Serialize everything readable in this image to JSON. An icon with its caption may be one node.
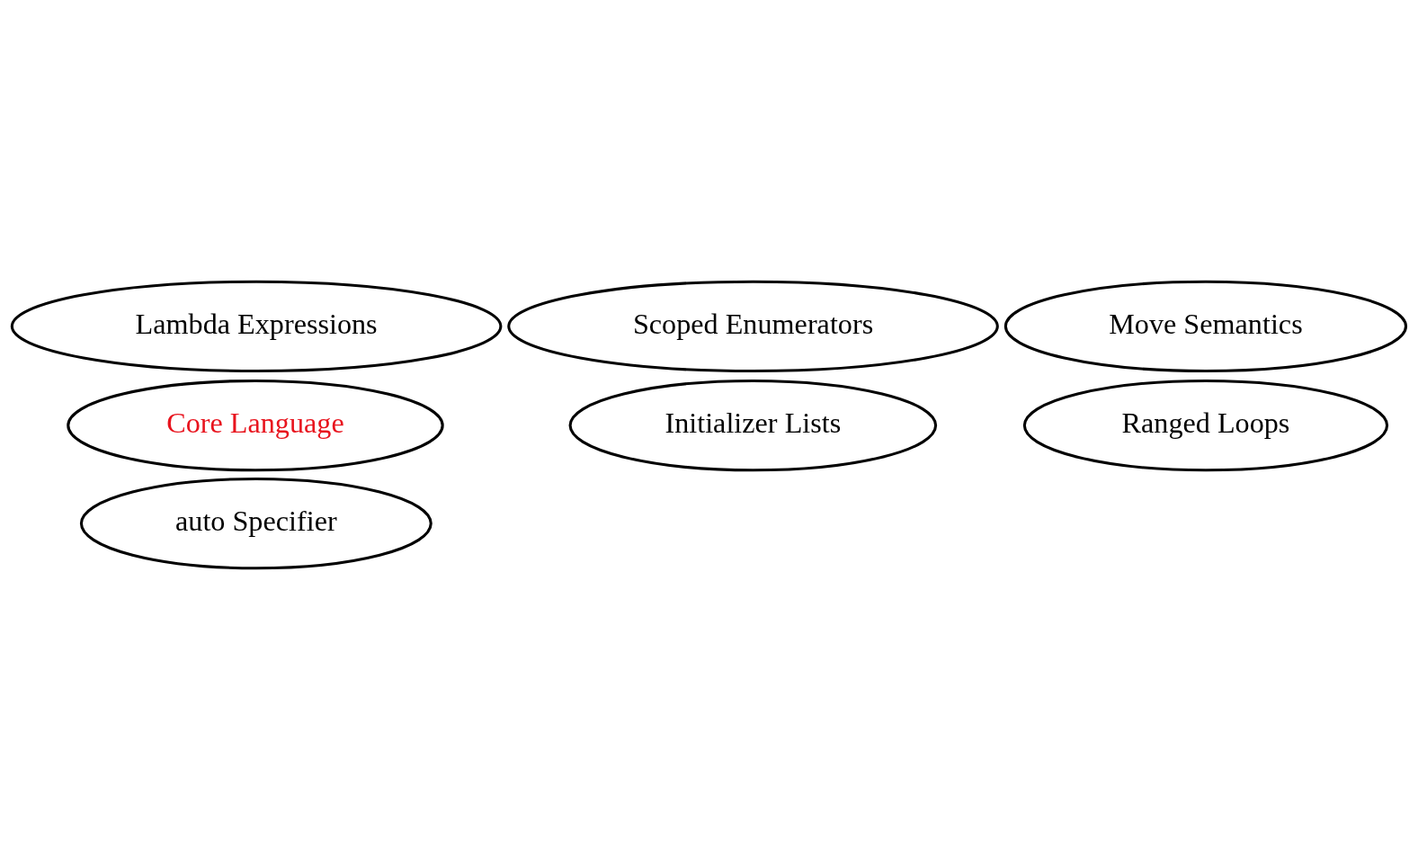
{
  "diagram": {
    "nodes": [
      {
        "text": [
          "Lambda Expressions"
        ]
      },
      {
        "text": [
          "Ranged Loops"
        ]
      },
      {
        "text": [
          "Scoped Enumerators"
        ]
      },
      {
        "text": [
          "Core Language"
        ]
      },
      {
        "text": [
          "Move Semantics"
        ]
      },
      {
        "text": [
          "Initializer Lists"
        ]
      },
      {
        "text": [
          "auto Specifier"
        ]
      }
    ],
    "edges": []
  }
}
